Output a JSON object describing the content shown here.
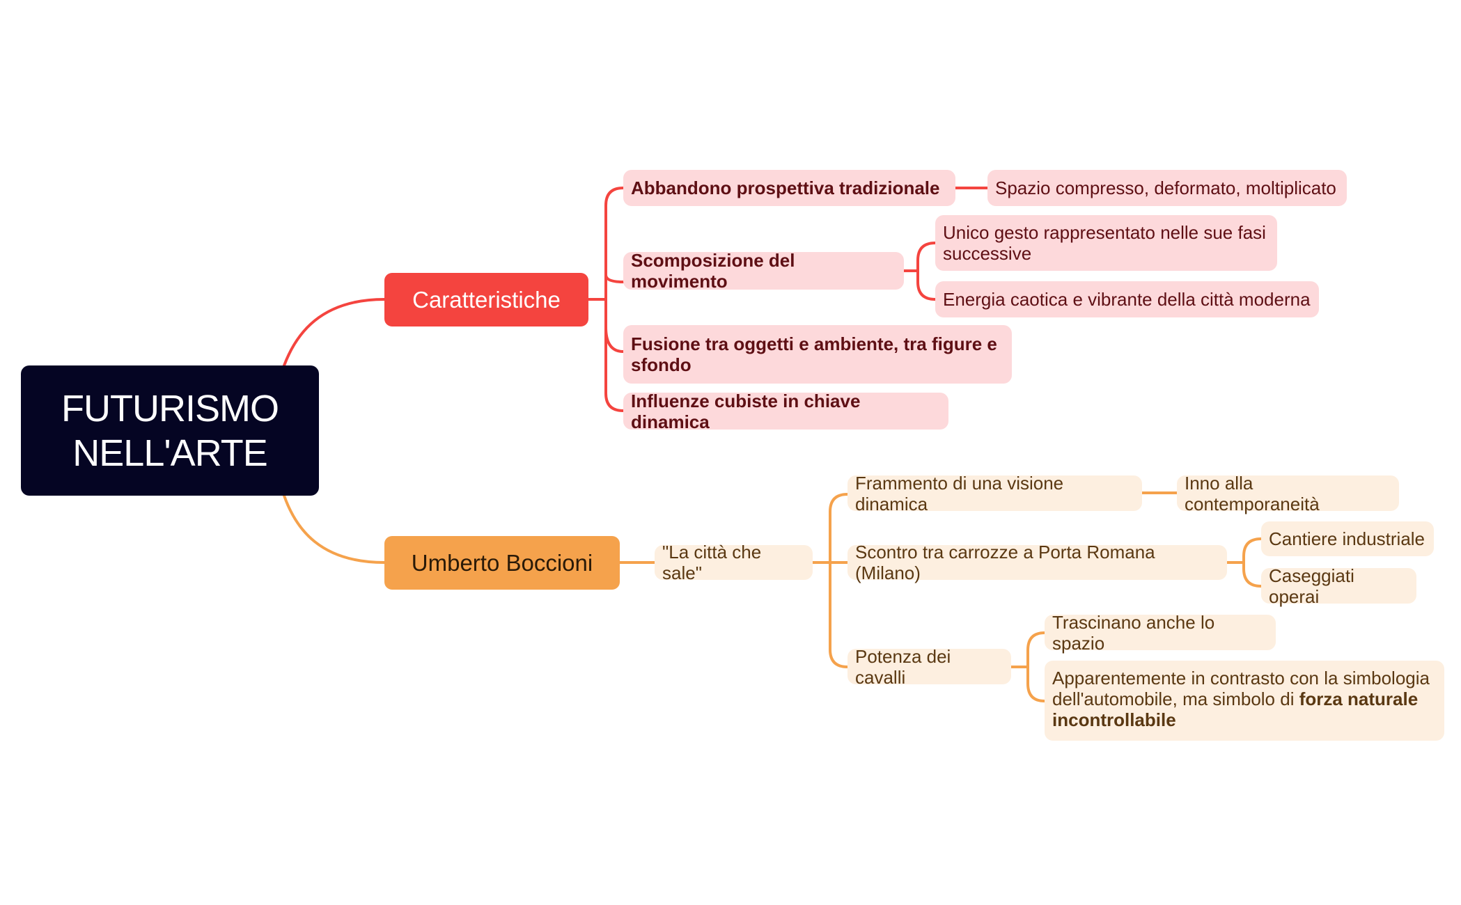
{
  "central_topic": "FUTURISMO\nNELL'ARTE",
  "branches": {
    "caratteristiche": {
      "label": "Caratteristiche",
      "items": [
        {
          "label": "Abbandono prospettiva tradizionale",
          "children": [
            "Spazio compresso, deformato, moltiplicato"
          ]
        },
        {
          "label": "Scomposizione del movimento",
          "children": [
            "Unico gesto rappresentato nelle sue fasi successive",
            "Energia caotica e vibrante della città moderna"
          ]
        },
        {
          "label": "Fusione tra oggetti e ambiente, tra figure e sfondo",
          "children": []
        },
        {
          "label": "Influenze cubiste in chiave dinamica",
          "children": []
        }
      ]
    },
    "boccioni": {
      "label": "Umberto Boccioni",
      "artwork": "\"La città che sale\"",
      "items": [
        {
          "label": "Frammento di una visione dinamica",
          "children": [
            "Inno alla contemporaneità"
          ]
        },
        {
          "label": "Scontro tra carrozze a Porta Romana (Milano)",
          "children": [
            "Cantiere industriale",
            "Caseggiati operai"
          ]
        },
        {
          "label": "Potenza dei cavalli",
          "children": [
            "Trascinano anche lo spazio"
          ]
        }
      ],
      "contrast_note": {
        "text_before": "Apparentemente in contrasto con la simbologia dell'automobile, ma simbolo di ",
        "bold_text": "forza naturale incontrollabile"
      }
    }
  },
  "colors": {
    "root_bg": "#050523",
    "red_accent": "#f4443f",
    "red_light": "#fdd9db",
    "orange_accent": "#f5a24c",
    "orange_light": "#fdefe0"
  }
}
